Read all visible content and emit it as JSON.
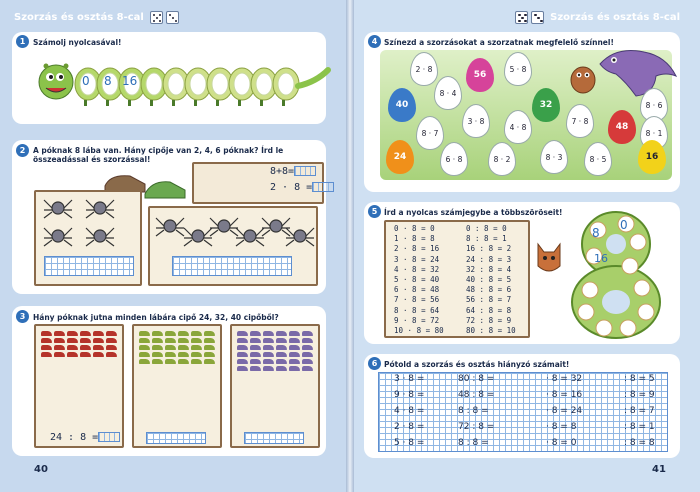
{
  "header": {
    "title": "Szorzás és osztás 8-cal"
  },
  "left": {
    "page_number": "40",
    "task1": {
      "num": "1",
      "text": "Számolj nyolcasával!",
      "caterpillar_numbers": [
        "0",
        "8",
        "16"
      ]
    },
    "task2": {
      "num": "2",
      "text": "A póknak 8 lába van. Hány cipője van 2, 4, 6 póknak? Írd le összeadással és szorzással!",
      "eq1": "8+8=",
      "eq2": "2 · 8 ="
    },
    "task3": {
      "num": "3",
      "text": "Hány póknak jutna minden lábára cipő 24, 32, 40 cipőből?",
      "eq": "24 : 8 ="
    }
  },
  "right": {
    "page_number": "41",
    "task4": {
      "num": "4",
      "text": "Színezd a szorzásokat a szorzatnak megfelelő színnel!",
      "eggs": [
        "2 · 8",
        "5 · 8",
        "56",
        "8 · 4",
        "40",
        "32",
        "3 · 8",
        "4 · 8",
        "7 · 8",
        "48",
        "8 · 6",
        "8 · 7",
        "8 · 3",
        "8 · 1",
        "24",
        "6 · 8",
        "8 · 2",
        "8 · 5",
        "16"
      ]
    },
    "task5": {
      "num": "5",
      "text": "Írd a nyolcas számjegybe a többszöröseit!",
      "col1": [
        "0 · 8 = 0",
        "1 · 8 = 8",
        "2 · 8 = 16",
        "3 · 8 = 24",
        "4 · 8 = 32",
        "5 · 8 = 40",
        "6 · 8 = 48",
        "7 · 8 = 56",
        "8 · 8 = 64",
        "9 · 8 = 72",
        "10 · 8 = 80"
      ],
      "col2": [
        "0 : 8 = 0",
        "8 : 8 = 1",
        "16 : 8 = 2",
        "24 : 8 = 3",
        "32 : 8 = 4",
        "40 : 8 = 5",
        "48 : 8 = 6",
        "56 : 8 = 7",
        "64 : 8 = 8",
        "72 : 8 = 9",
        "80 : 8 = 10"
      ],
      "eight_numbers": [
        "8",
        "0",
        "16"
      ]
    },
    "task6": {
      "num": "6",
      "text": "Pótold a szorzás és osztás hiányzó számait!",
      "rows": [
        [
          "3 · 8 =",
          "80 : 8 =",
          "· 8 = 32",
          ": 8 = 5"
        ],
        [
          "9 · 8 =",
          "48 : 8 =",
          "· 8 = 16",
          ": 8 = 9"
        ],
        [
          "4 · 8 =",
          "8 : 8 =",
          "· 8 = 24",
          ": 8 = 7"
        ],
        [
          "2 · 8 =",
          "72 : 8 =",
          "· 8 = 8",
          ": 8 = 1"
        ],
        [
          "5 · 8 =",
          "8 : 8 =",
          "· 8 = 0",
          ": 8 = 8"
        ]
      ]
    }
  }
}
